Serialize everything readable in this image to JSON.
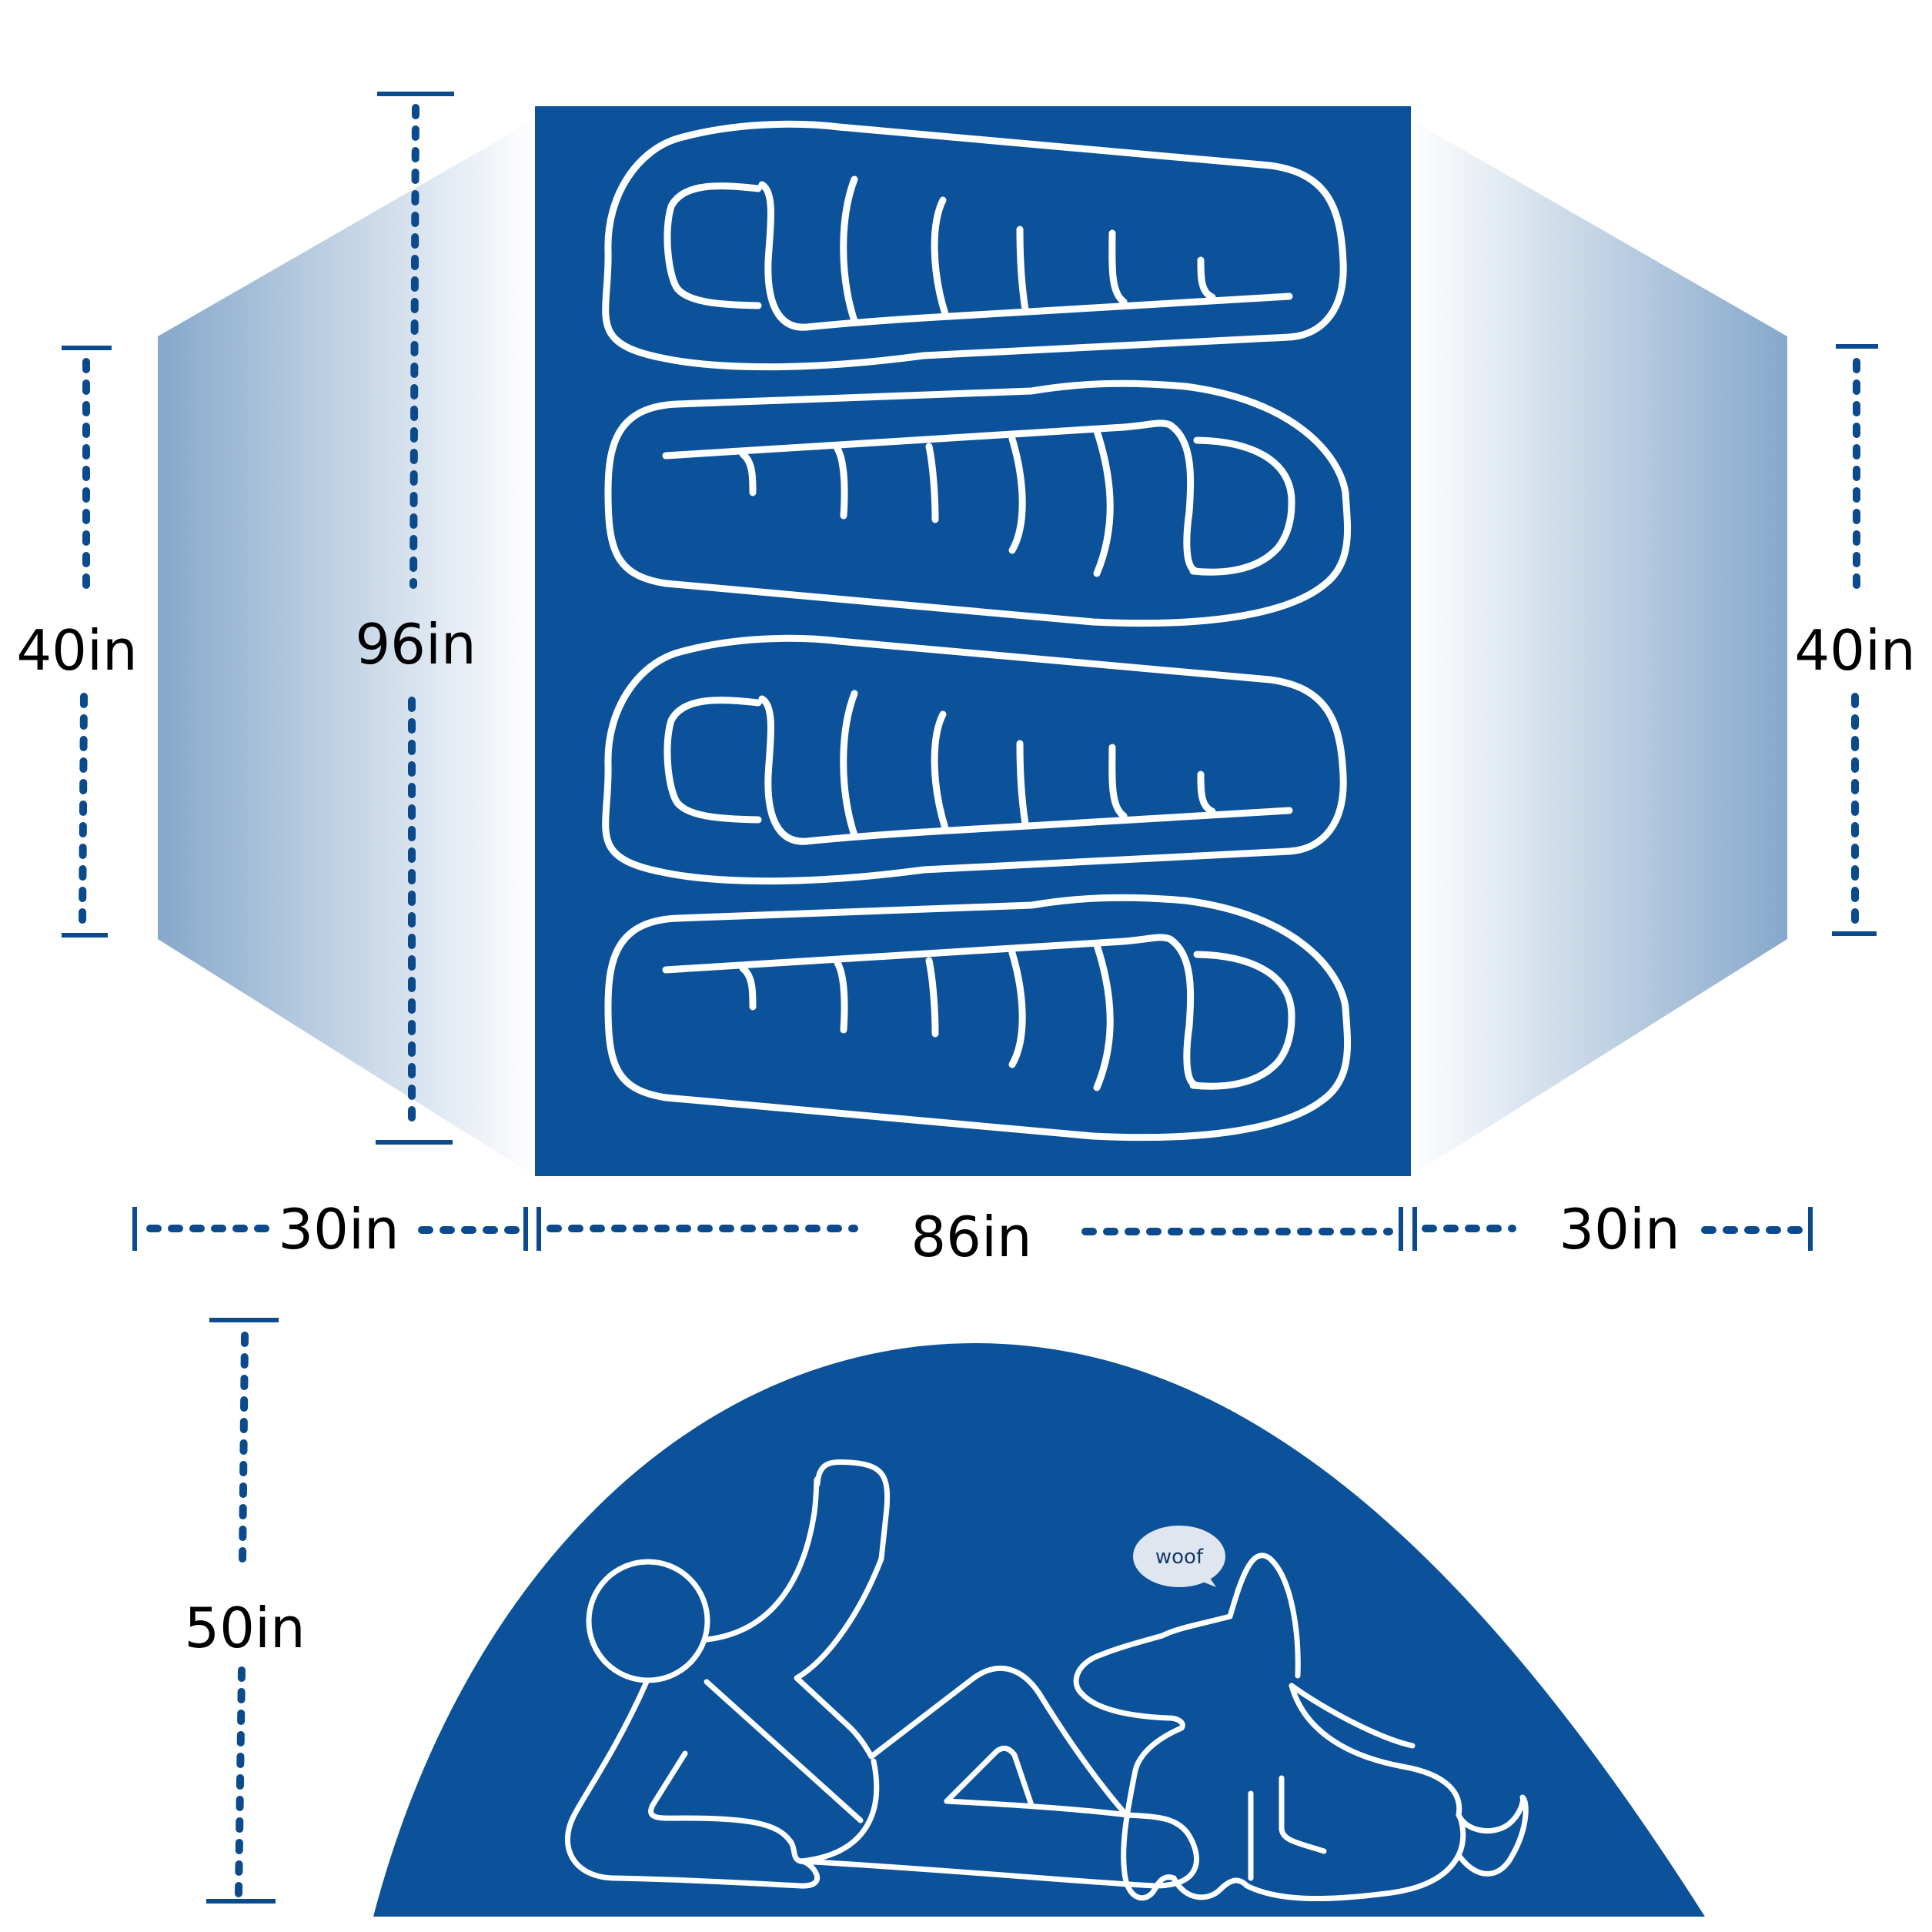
{
  "diagram": {
    "colors": {
      "tent_blue": "#0b529a",
      "dim_blue": "#0b4a8c",
      "vestibule_edge": "#86a8cb",
      "outline": "#ffffff",
      "label": "#000000"
    },
    "floor_plan": {
      "sleeping_bag_count": 4,
      "labels": {
        "vestibule_left_height": "40in",
        "interior_height": "96in",
        "vestibule_right_height": "40in",
        "vestibule_left_width": "30in",
        "interior_width": "86in",
        "vestibule_right_width": "30in"
      }
    },
    "side_view": {
      "label_height": "50in",
      "speech_bubble": "woof"
    }
  }
}
